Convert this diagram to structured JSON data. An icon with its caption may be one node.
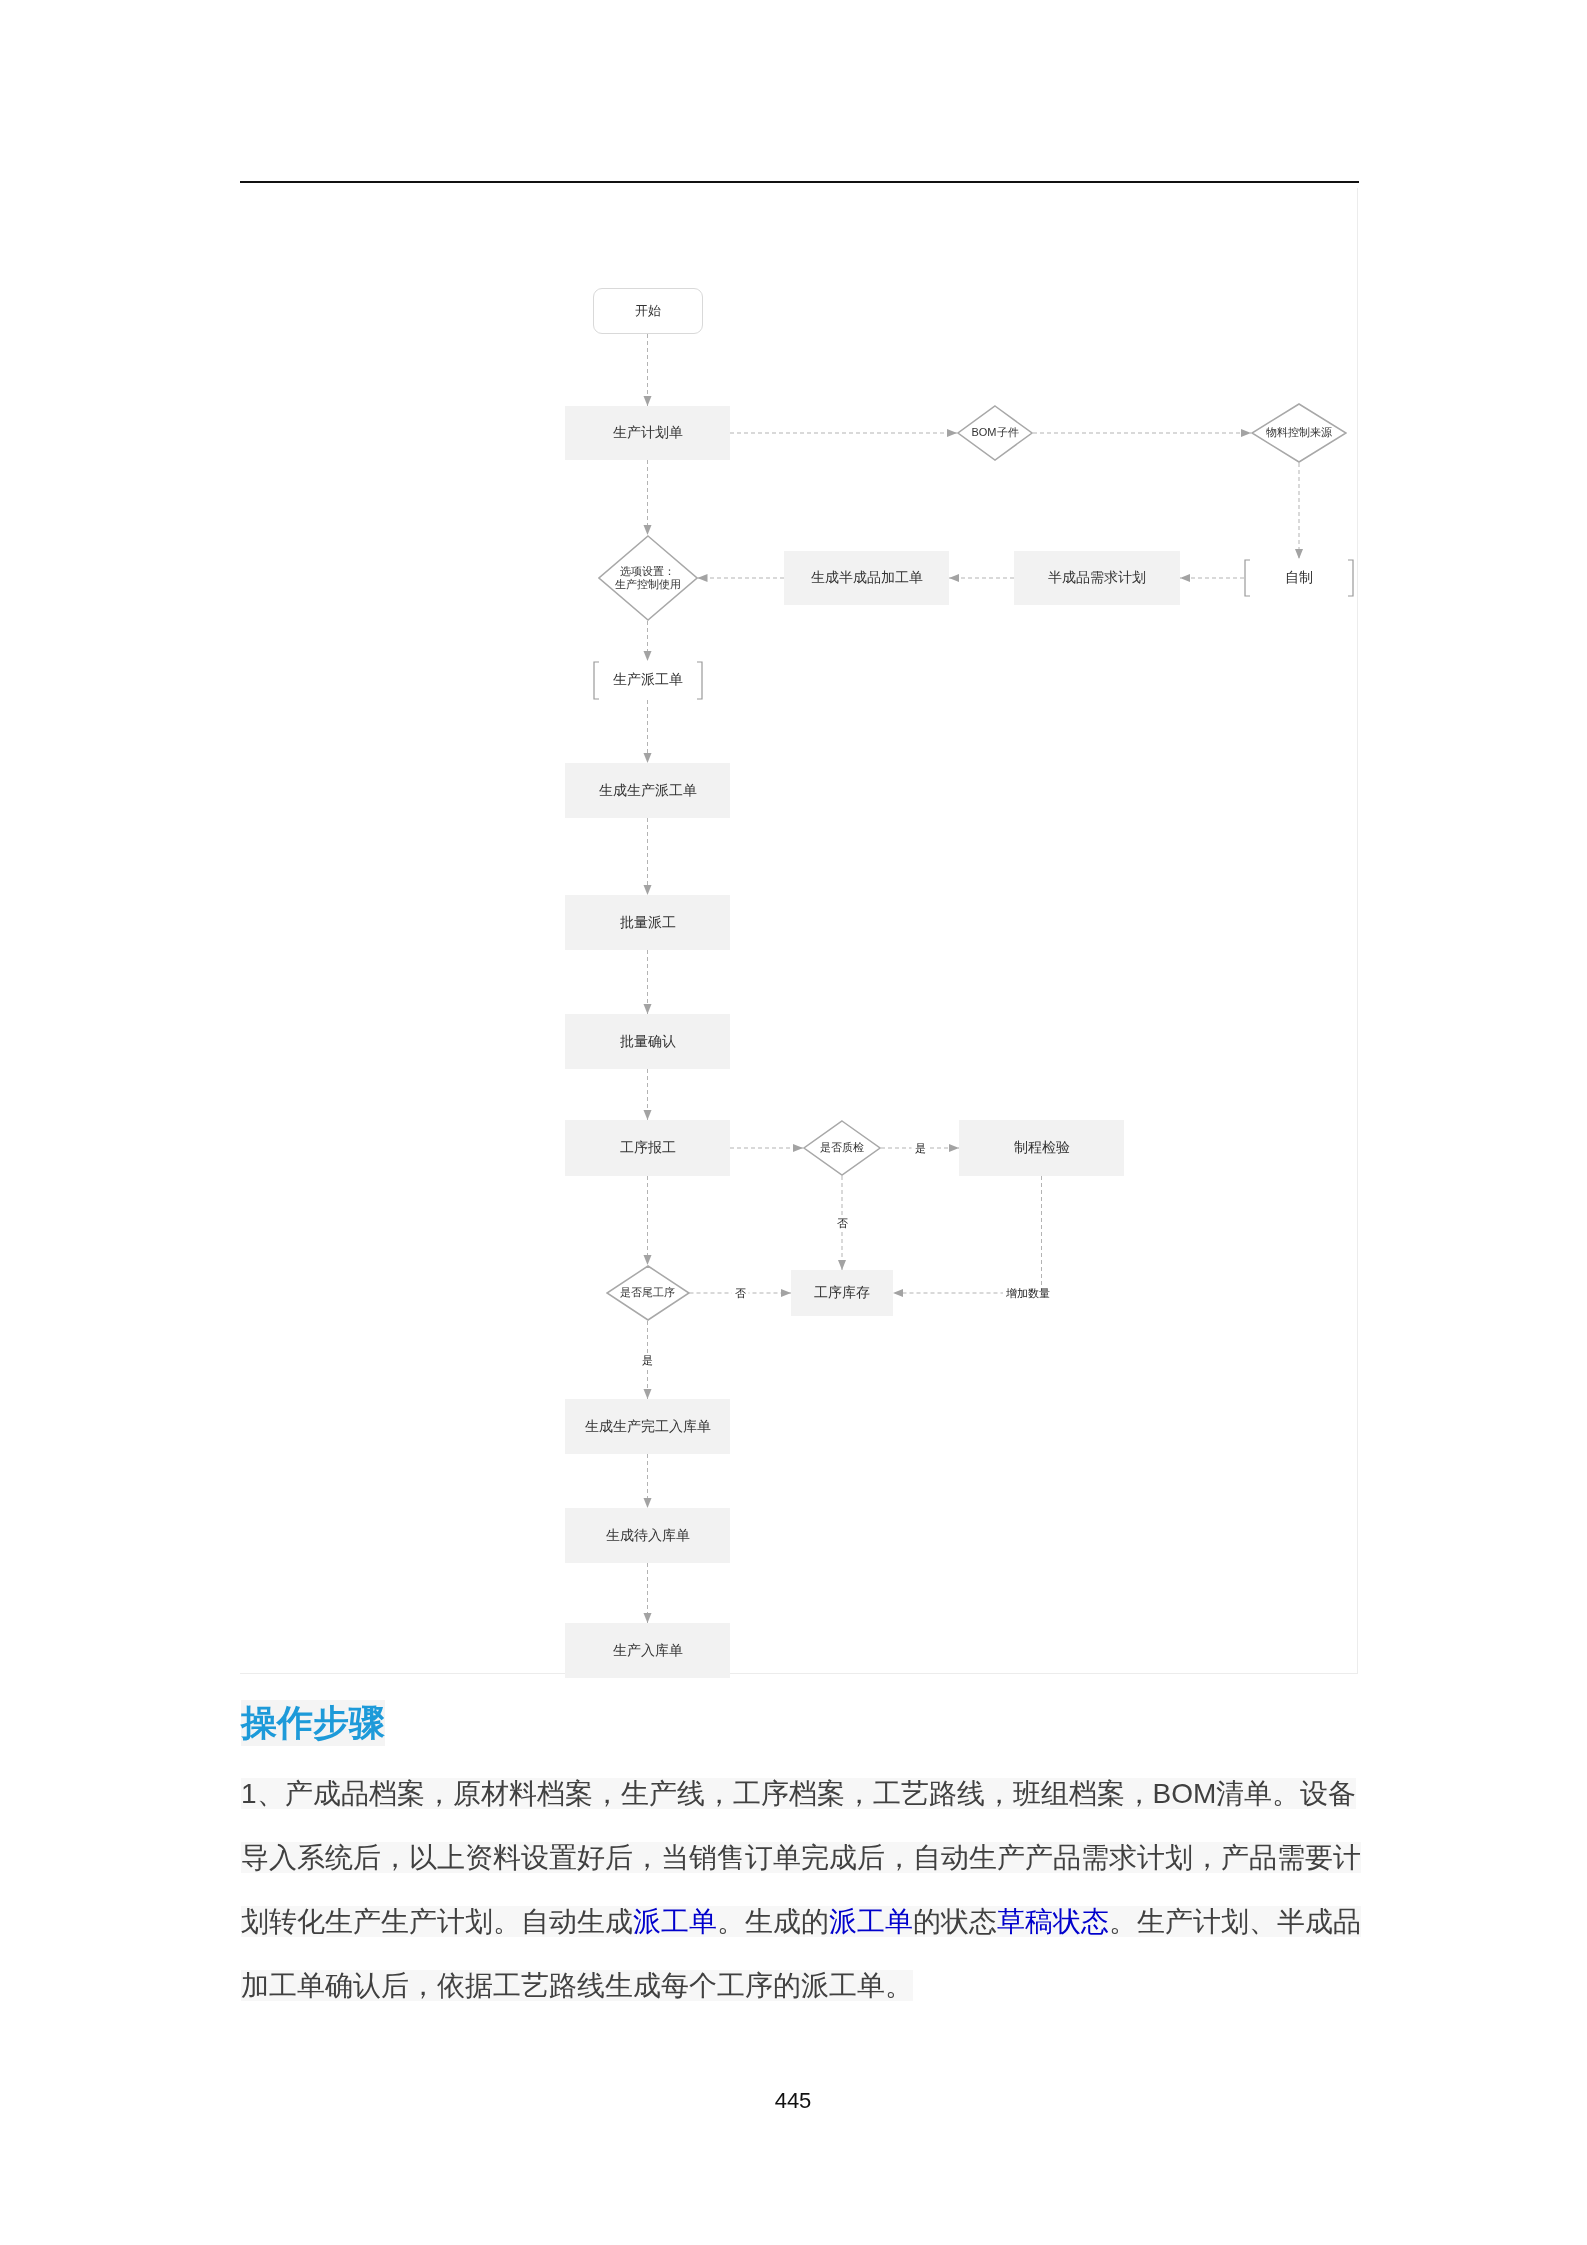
{
  "diagram": {
    "nodes": [
      {
        "text": [
          "开始"
        ]
      },
      {
        "text": [
          "生产计划单"
        ]
      },
      {
        "text": [
          "BOM子件"
        ]
      },
      {
        "text": [
          "物料控制来源"
        ]
      },
      {
        "text": [
          "选项设置：",
          "生产控制使用"
        ]
      },
      {
        "text": [
          "生成半成品加工单"
        ]
      },
      {
        "text": [
          "半成品需求计划"
        ]
      },
      {
        "text": [
          "自制"
        ]
      },
      {
        "text": [
          "生产派工单"
        ]
      },
      {
        "text": [
          "生成生产派工单"
        ]
      },
      {
        "text": [
          "批量派工"
        ]
      },
      {
        "text": [
          "批量确认"
        ]
      },
      {
        "text": [
          "工序报工"
        ]
      },
      {
        "text": [
          "是否质检"
        ]
      },
      {
        "text": [
          "制程检验"
        ]
      },
      {
        "text": [
          "是否尾工序"
        ]
      },
      {
        "text": [
          "工序库存"
        ]
      },
      {
        "text": [
          "生成生产完工入库单"
        ]
      },
      {
        "text": [
          "生成待入库单"
        ]
      },
      {
        "text": [
          "生产入库单"
        ]
      }
    ],
    "edges": [
      {
        "from": 0,
        "to": 1,
        "arrow": "to",
        "style": "dashed"
      },
      {
        "from": 1,
        "to": 2,
        "arrow": "to",
        "style": "dashed"
      },
      {
        "from": 2,
        "to": 3,
        "arrow": "to",
        "style": "dashed"
      },
      {
        "from": 3,
        "to": 7,
        "arrow": "to",
        "style": "dashed"
      },
      {
        "from": 7,
        "to": 6,
        "arrow": "to",
        "style": "dashed"
      },
      {
        "from": 6,
        "to": 5,
        "arrow": "to",
        "style": "dashed"
      },
      {
        "from": 5,
        "to": 4,
        "arrow": "to",
        "style": "dashed"
      },
      {
        "from": 1,
        "to": 4,
        "arrow": "to",
        "style": "dashed"
      },
      {
        "from": 4,
        "to": 8,
        "arrow": "to",
        "style": "dashed"
      },
      {
        "from": 8,
        "to": 9,
        "arrow": "to",
        "style": "dashed"
      },
      {
        "from": 9,
        "to": 10,
        "arrow": "to",
        "style": "dashed"
      },
      {
        "from": 10,
        "to": 11,
        "arrow": "to",
        "style": "dashed"
      },
      {
        "from": 11,
        "to": 12,
        "arrow": "to",
        "style": "dashed"
      },
      {
        "from": 12,
        "to": 13,
        "arrow": "to",
        "style": "dashed"
      },
      {
        "from": 13,
        "to": 14,
        "arrow": "to",
        "style": "dashed",
        "label": "是"
      },
      {
        "from": 13,
        "to": 16,
        "arrow": "to",
        "style": "dashed",
        "label": "否"
      },
      {
        "from": 14,
        "to": 16,
        "arrow": "to",
        "style": "dashed",
        "label": "增加数量"
      },
      {
        "from": 12,
        "to": 15,
        "arrow": "to",
        "style": "dashed"
      },
      {
        "from": 15,
        "to": 16,
        "arrow": "to",
        "style": "dashed",
        "label": "否"
      },
      {
        "from": 15,
        "to": 17,
        "arrow": "to",
        "style": "dashed",
        "label": "是"
      },
      {
        "from": 17,
        "to": 18,
        "arrow": "to",
        "style": "dashed"
      },
      {
        "from": 18,
        "to": 19,
        "arrow": "to",
        "style": "dashed"
      }
    ],
    "labels": [
      "操作步骤",
      "1、产成品档案，原材料档案，生产线，工序档案，工艺路线，班组档案，BOM清单。设备导入系统后，以上资料设置好后，当销售订单完成后，自动生产产品需求计划，产品需要计划转化生产生产计划。自动生成",
      "派工单",
      "。生成的",
      "派工单",
      "的状态",
      "草稿状态",
      "。生产计划、半成品加工单确认后，依据工艺路线生成每个工序的派工单。",
      "445"
    ]
  }
}
